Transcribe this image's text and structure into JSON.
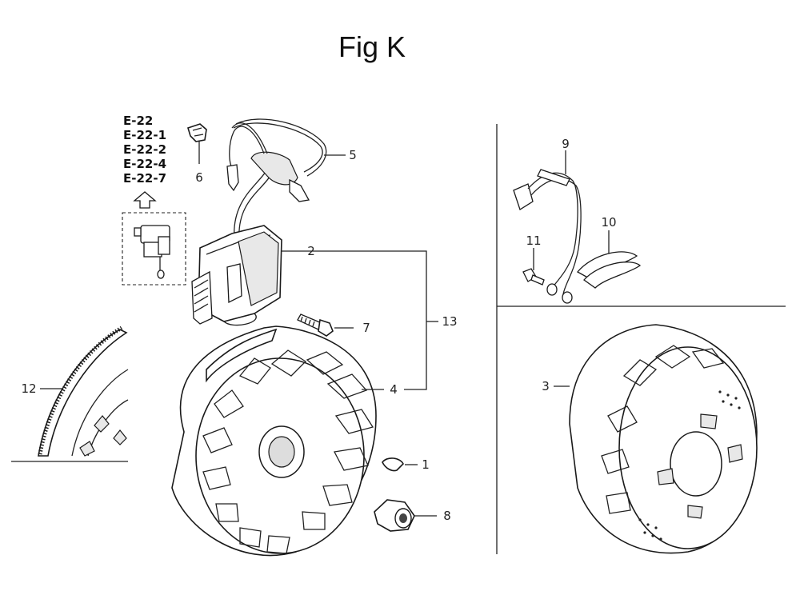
{
  "title": "Fig K",
  "reference_codes": [
    "E-22",
    "E-22-1",
    "E-22-2",
    "E-22-4",
    "E-22-7"
  ],
  "callouts": {
    "p1": "1",
    "p2": "2",
    "p3": "3",
    "p4": "4",
    "p5": "5",
    "p6": "6",
    "p7": "7",
    "p8": "8",
    "p9": "9",
    "p10": "10",
    "p11": "11",
    "p12": "12",
    "p13": "13"
  },
  "parts": {
    "p1": "woodruff-key",
    "p2": "ignition-coil",
    "p3": "flywheel-rear-view",
    "p4": "flywheel",
    "p5": "spark-plug-lead",
    "p6": "clip",
    "p7": "bolt",
    "p8": "flange-nut",
    "p9": "wire-harness",
    "p10": "wire-clamp",
    "p11": "screw",
    "p12": "ring-gear",
    "p13": "assembly-set"
  }
}
